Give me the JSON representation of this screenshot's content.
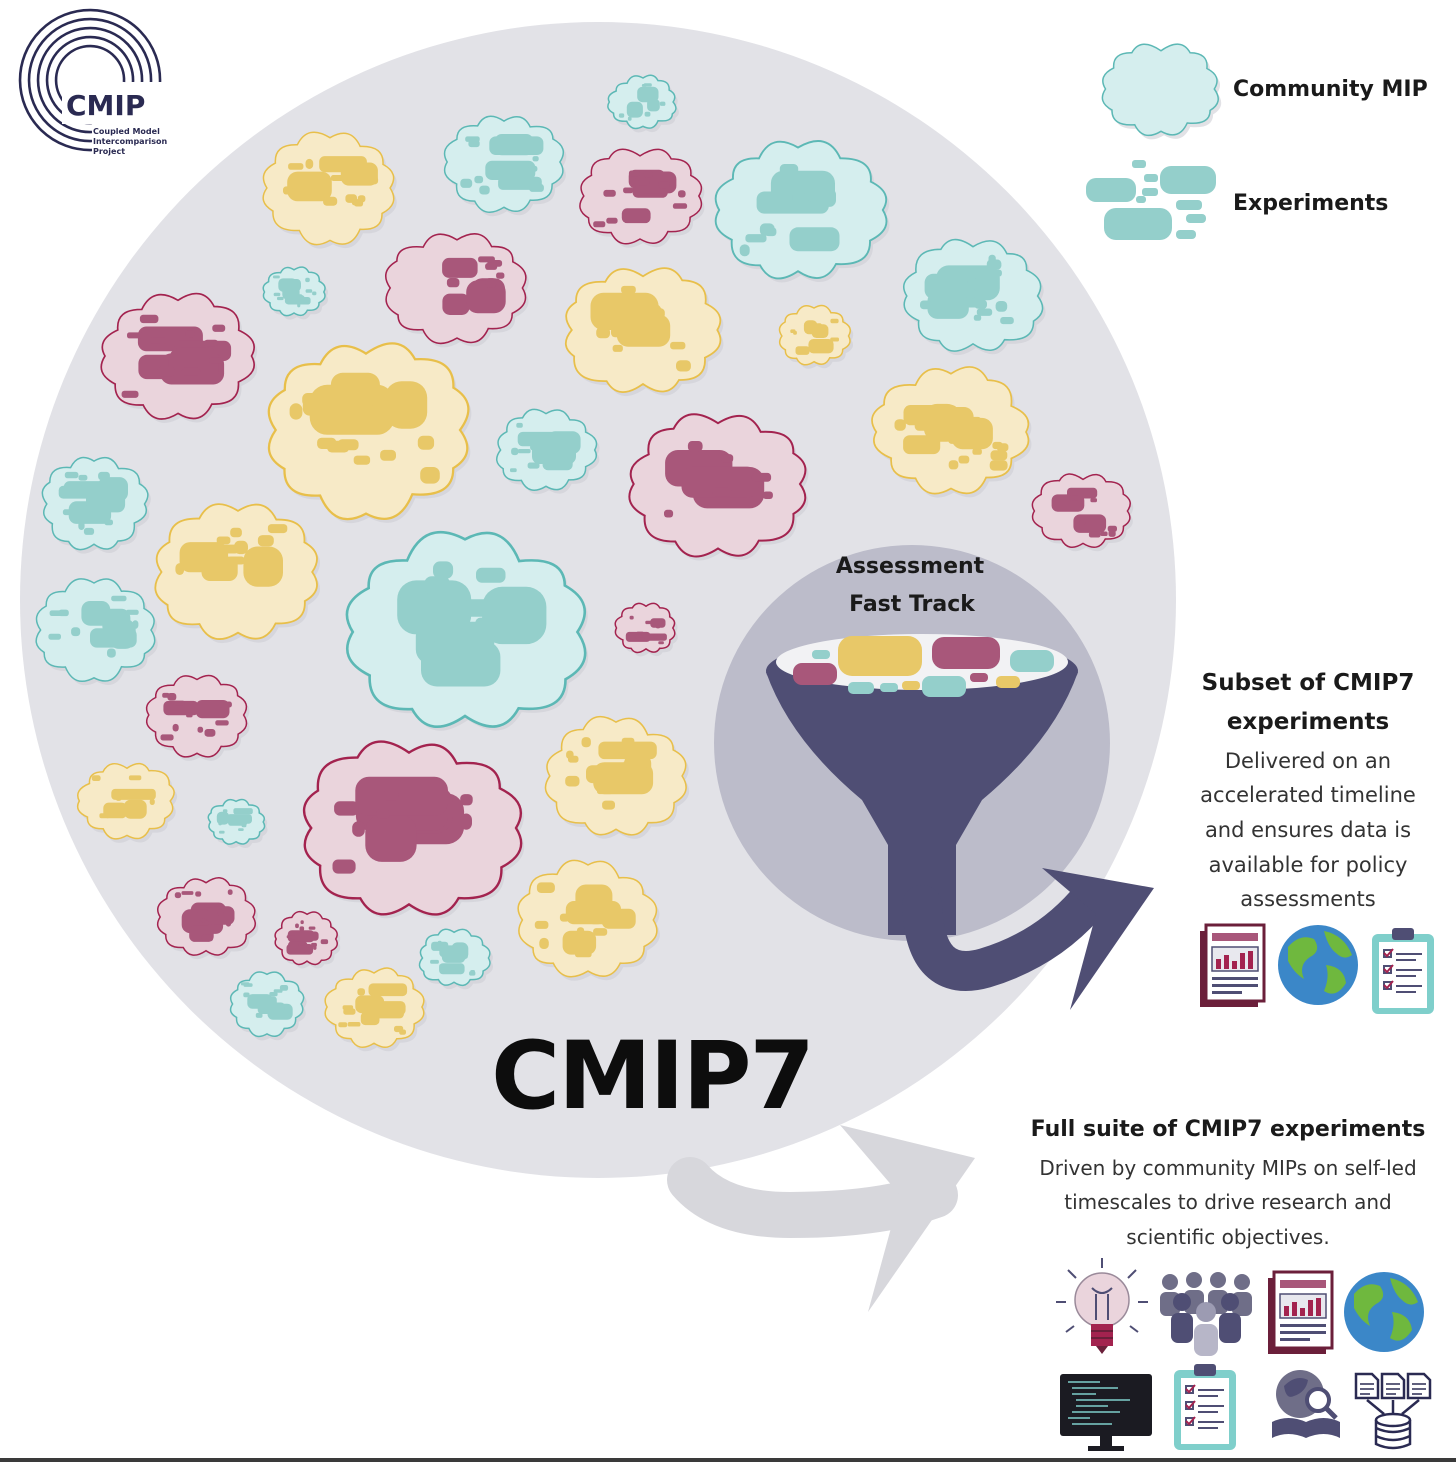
{
  "logo": {
    "name": "CMIP",
    "subtitle_lines": [
      "Coupled Model",
      "Intercomparison",
      "Project"
    ]
  },
  "legend": {
    "community_mip": "Community MIP",
    "experiments": "Experiments"
  },
  "main": {
    "label": "CMIP7"
  },
  "fast_track": {
    "title_line1": "Assessment",
    "title_line2": "Fast Track"
  },
  "subset": {
    "title_line1": "Subset of CMIP7",
    "title_line2": "experiments",
    "desc_lines": [
      "Delivered on an",
      "accelerated timeline",
      "and ensures data is",
      "available for policy",
      "assessments"
    ],
    "icons": [
      "report-chart-icon",
      "globe-icon",
      "clipboard-checklist-icon"
    ]
  },
  "full_suite": {
    "title": "Full suite of CMIP7 experiments",
    "desc_lines": [
      "Driven by community MIPs on self-led",
      "timescales to drive research and",
      "scientific objectives."
    ],
    "icons": [
      "lightbulb-icon",
      "people-group-icon",
      "report-chart-icon",
      "globe-icon",
      "code-monitor-icon",
      "clipboard-checklist-icon",
      "globe-book-search-icon",
      "database-documents-icon"
    ]
  },
  "colors": {
    "yellow_fill": "#f7eac7",
    "yellow_stroke": "#e8bf4a",
    "yellow_block": "#e8c868",
    "maroon_fill": "#ead4dc",
    "maroon_stroke": "#a3234f",
    "maroon_block": "#a8577a",
    "teal_fill": "#d5eeee",
    "teal_stroke": "#5cb8b5",
    "teal_block": "#94cfcb",
    "big_circle": "#e2e2e7",
    "funnel_circle": "#bcbcca",
    "funnel": "#4f4e74",
    "logo": "#2a2a52"
  }
}
